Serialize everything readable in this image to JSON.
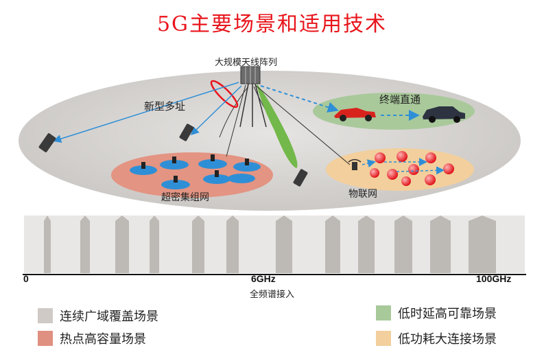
{
  "title": "5G主要场景和适用技术",
  "diagram": {
    "labels": {
      "antenna_array": "大规模天线阵列",
      "new_multiple_access": "新型多址",
      "d2d": "终端直通",
      "ultra_dense": "超密集组网",
      "iot": "物联网"
    }
  },
  "spectrum": {
    "tick_start": "0",
    "tick_mid": "6GHz",
    "tick_end": "100GHz",
    "caption": "全频谱接入"
  },
  "legend": [
    {
      "label": "连续广域覆盖场景",
      "color": "#cfcac6"
    },
    {
      "label": "热点高容量场景",
      "color": "#e09080"
    },
    {
      "label": "低时延高可靠场景",
      "color": "#a8c99a"
    },
    {
      "label": "低功耗大连接场景",
      "color": "#f2cf9c"
    }
  ]
}
